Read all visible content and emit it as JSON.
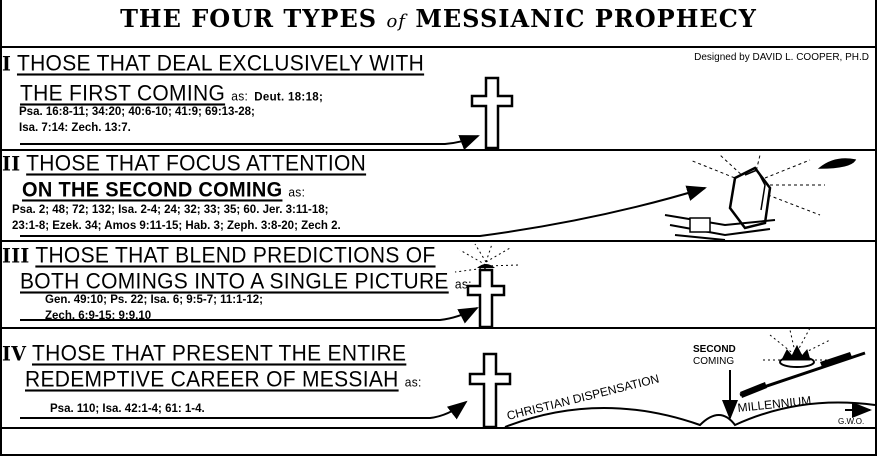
{
  "title": {
    "part1": "THE FOUR TYPES",
    "of": "of",
    "part2": "MESSIANIC PROPHECY"
  },
  "credit": "Designed by DAVID L. COOPER, PH.D",
  "sections": [
    {
      "numeral": "I",
      "line1": "THOSE THAT DEAL EXCLUSIVELY WITH",
      "line2": "THE FIRST COMING",
      "as": "as:",
      "refs": [
        "Deut. 18:18;",
        "Psa. 16:8-11; 34:20; 40:6-10; 41:9; 69:13-28;",
        "Isa. 7:14: Zech. 13:7."
      ]
    },
    {
      "numeral": "II",
      "line1": "THOSE THAT FOCUS ATTENTION",
      "line2": "ON THE SECOND COMING",
      "as": "as:",
      "refs": [
        "Psa. 2; 48; 72; 132; Isa. 2-4; 24; 32; 33; 35; 60. Jer. 3:11-18;",
        "23:1-8; Ezek. 34; Amos 9:11-15; Hab. 3; Zeph. 3:8-20; Zech 2."
      ]
    },
    {
      "numeral": "III",
      "line1": "THOSE THAT BLEND PREDICTIONS OF",
      "line2": "BOTH COMINGS INTO A SINGLE PICTURE",
      "as": "as;",
      "refs": [
        "Gen. 49:10; Ps. 22; Isa. 6; 9:5-7; 11:1-12;",
        "Zech. 6:9-15; 9:9,10"
      ]
    },
    {
      "numeral": "IV",
      "line1": "THOSE THAT PRESENT THE ENTIRE",
      "line2": "REDEMPTIVE CAREER OF MESSIAH",
      "as": "as:",
      "refs": [
        "Psa. 110; Isa. 42:1-4; 61: 1-4."
      ]
    }
  ],
  "illustration": {
    "dispensation": "CHRISTIAN DISPENSATION",
    "second_coming_1": "SECOND",
    "second_coming_2": "COMING",
    "millennium": "MILLENNIUM",
    "initials": "G.W.O."
  }
}
